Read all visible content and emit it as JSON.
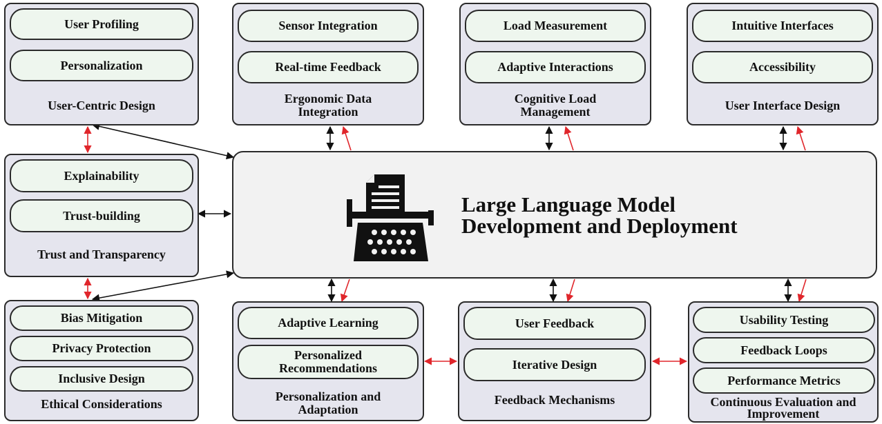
{
  "center": {
    "title": "Large Language Model\nDevelopment and Deployment",
    "icon": "typewriter-icon"
  },
  "groups": {
    "user_centric": {
      "title": "User-Centric Design",
      "items": [
        "User Profiling",
        "Personalization"
      ]
    },
    "ergonomic": {
      "title": "Ergonomic Data Integration",
      "items": [
        "Sensor Integration",
        "Real-time Feedback"
      ]
    },
    "cognitive": {
      "title": "Cognitive Load Management",
      "items": [
        "Load Measurement",
        "Adaptive Interactions"
      ]
    },
    "ui_design": {
      "title": "User Interface Design",
      "items": [
        "Intuitive Interfaces",
        "Accessibility"
      ]
    },
    "trust": {
      "title": "Trust and Transparency",
      "items": [
        "Explainability",
        "Trust-building"
      ]
    },
    "ethical": {
      "title": "Ethical Considerations",
      "items": [
        "Bias Mitigation",
        "Privacy Protection",
        "Inclusive Design"
      ]
    },
    "personalization": {
      "title": "Personalization and Adaptation",
      "items": [
        "Adaptive Learning",
        "Personalized Recommendations"
      ]
    },
    "feedback": {
      "title": "Feedback Mechanisms",
      "items": [
        "User Feedback",
        "Iterative Design"
      ]
    },
    "continuous": {
      "title": "Continuous Evaluation and Improvement",
      "items": [
        "Usability Testing",
        "Feedback Loops",
        "Performance Metrics"
      ]
    }
  },
  "colors": {
    "box_fill": "#e5e5ee",
    "item_fill": "#eef6ee",
    "center_fill": "#f2f2f2",
    "arrow_dark": "#111111",
    "arrow_red": "#e0262b"
  }
}
